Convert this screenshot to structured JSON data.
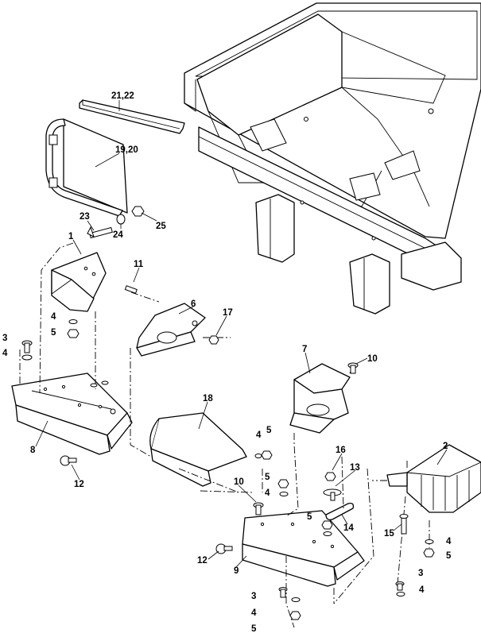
{
  "callouts": {
    "c21_22": "21,22",
    "c19_20": "19,20",
    "c23": "23",
    "c24": "24",
    "c25": "25",
    "c1": "1",
    "c11": "11",
    "c6": "6",
    "c17": "17",
    "c3a": "3",
    "c4a": "4",
    "c4b": "4",
    "c5a": "5",
    "c7": "7",
    "c10a": "10",
    "c18": "18",
    "c8": "8",
    "c12a": "12",
    "c4c": "4",
    "c5b": "5",
    "c2": "2",
    "c16": "16",
    "c13": "13",
    "c5c": "5",
    "c4d": "4",
    "c10b": "10",
    "c14": "14",
    "c5d": "5",
    "c15": "15",
    "c4e": "4",
    "c5e": "5",
    "c12b": "12",
    "c9": "9",
    "c3b": "3",
    "c3c": "3",
    "c4f": "4",
    "c4g": "4",
    "c5f": "5"
  }
}
